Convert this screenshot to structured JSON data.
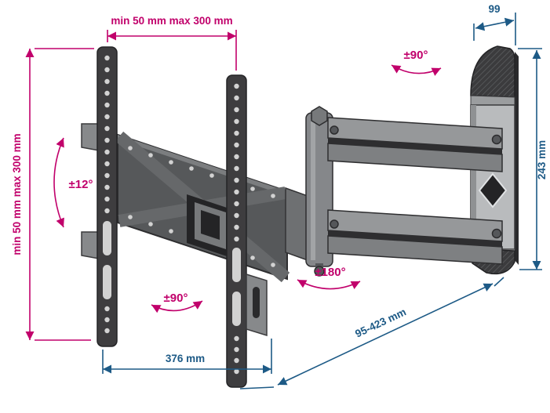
{
  "diagram": {
    "type": "technical-drawing",
    "subject": "Articulating TV wall mount bracket with dimension annotations",
    "colors": {
      "dimension_magenta": "#c1006b",
      "dimension_blue": "#1d5a86",
      "bracket_dark": "#3e3d3f",
      "bracket_mid": "#85878a",
      "bracket_light": "#b9bbbd",
      "background": "#ffffff"
    },
    "dimensions": {
      "vesa_width": {
        "text": "min 50 mm max 300 mm"
      },
      "vesa_height": {
        "text": "min 50 mm max 300 mm"
      },
      "tilt_angle": {
        "text": "±12°"
      },
      "plate_swivel": {
        "text": "±90°"
      },
      "wall_swivel": {
        "text": "±90°"
      },
      "arm_rotation": {
        "text": "±180°"
      },
      "wall_plate_depth": {
        "text": "99"
      },
      "wall_plate_height": {
        "text": "243 mm"
      },
      "plate_width": {
        "text": "376 mm"
      },
      "extension_range": {
        "text": "95-423 mm"
      }
    }
  }
}
